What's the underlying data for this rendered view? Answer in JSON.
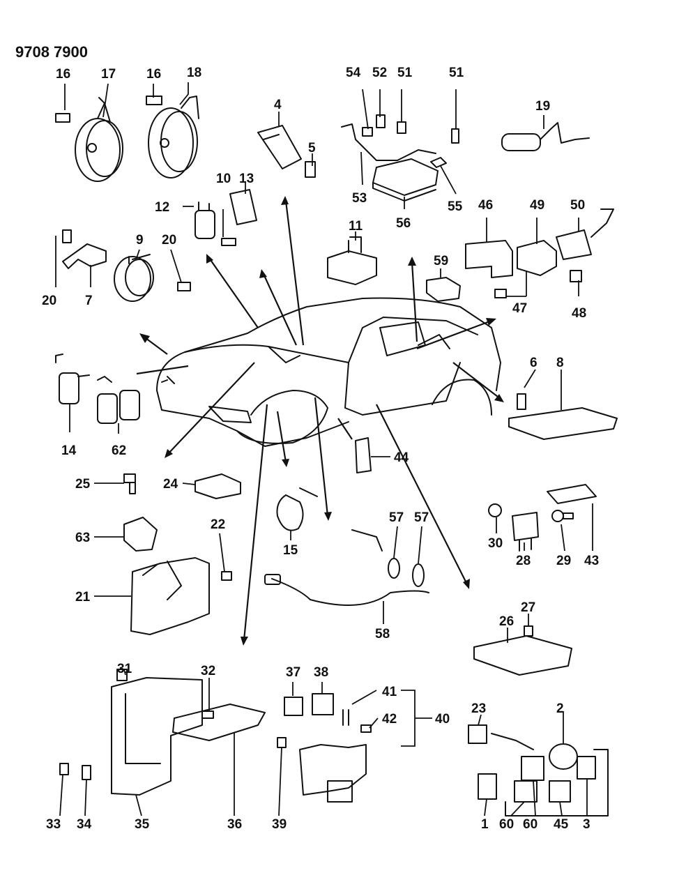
{
  "figure_code": "9708 7900",
  "labels": {
    "l1": "1",
    "l2": "2",
    "l3": "3",
    "l4": "4",
    "l5": "5",
    "l6": "6",
    "l7": "7",
    "l8": "8",
    "l9": "9",
    "l10": "10",
    "l11": "11",
    "l12": "12",
    "l13": "13",
    "l14": "14",
    "l15": "15",
    "l16a": "16",
    "l16b": "16",
    "l17": "17",
    "l18": "18",
    "l19": "19",
    "l20a": "20",
    "l20b": "20",
    "l21": "21",
    "l22": "22",
    "l23": "23",
    "l24": "24",
    "l25": "25",
    "l26": "26",
    "l27": "27",
    "l28": "28",
    "l29": "29",
    "l30": "30",
    "l31": "31",
    "l32": "32",
    "l33": "33",
    "l34": "34",
    "l35": "35",
    "l36": "36",
    "l37": "37",
    "l38": "38",
    "l39": "39",
    "l40": "40",
    "l41": "41",
    "l42": "42",
    "l43": "43",
    "l44": "44",
    "l45": "45",
    "l46": "46",
    "l47": "47",
    "l48": "48",
    "l49": "49",
    "l50": "50",
    "l51a": "51",
    "l51b": "51",
    "l52": "52",
    "l53": "53",
    "l54": "54",
    "l55": "55",
    "l56": "56",
    "l57a": "57",
    "l57b": "57",
    "l58": "58",
    "l59": "59",
    "l60a": "60",
    "l60b": "60",
    "l62": "62",
    "l63": "63"
  }
}
